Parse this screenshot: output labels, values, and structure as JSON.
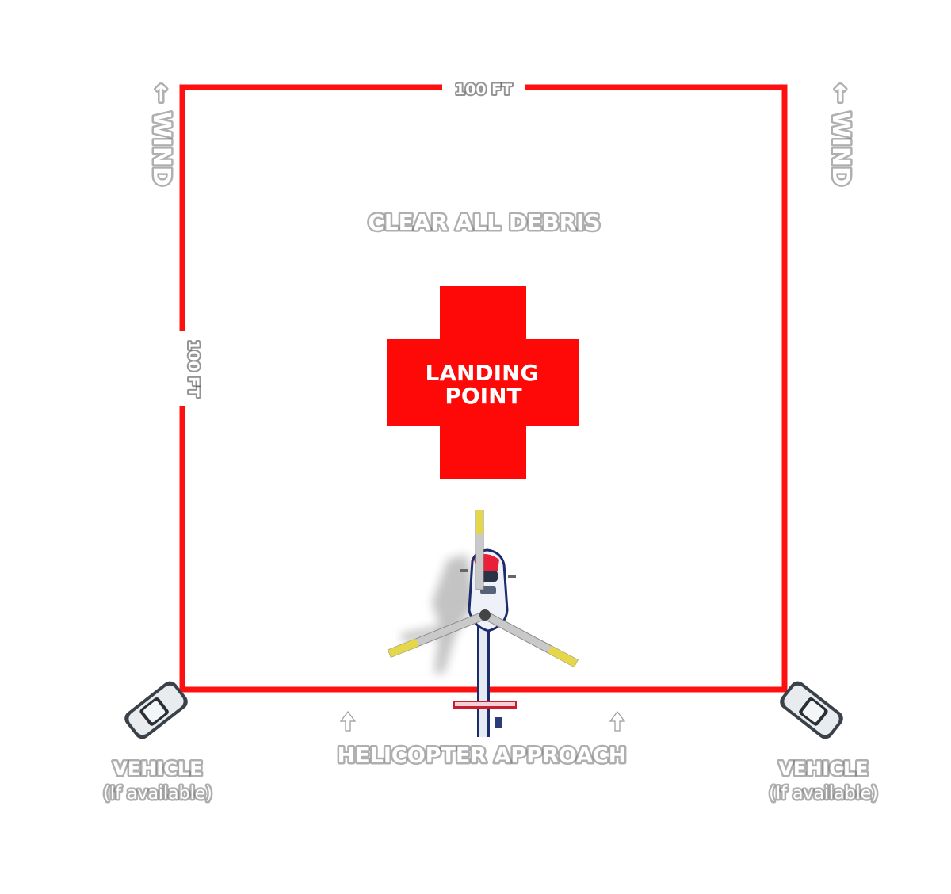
{
  "diagram": {
    "top_dimension": "100 FT",
    "side_dimension": "100 FT",
    "wind_left": "← WIND",
    "wind_right": "← WIND",
    "clear_notice": "CLEAR ALL DEBRIS",
    "landing_point": {
      "line1": "LANDING",
      "line2": "POINT"
    },
    "approach_label": "HELICOPTER APPROACH",
    "vehicle_left": {
      "title": "VEHICLE",
      "note": "(If available)"
    },
    "vehicle_right": {
      "title": "VEHICLE",
      "note": "(If available)"
    }
  },
  "colors": {
    "boundary": "#ff0000",
    "cross": "#ff0000",
    "label_fill": "#ffffff",
    "helicopter_nose": "#e8203a",
    "rotor_blade": "#c9c9c9",
    "rotor_tip": "#e6d64a",
    "vehicle_body": "#e9ecef"
  },
  "icons": {
    "wind": "arrow-left-icon",
    "approach": "arrow-up-icon",
    "aircraft": "helicopter-icon",
    "vehicle": "car-icon",
    "landing": "medical-cross-icon"
  }
}
